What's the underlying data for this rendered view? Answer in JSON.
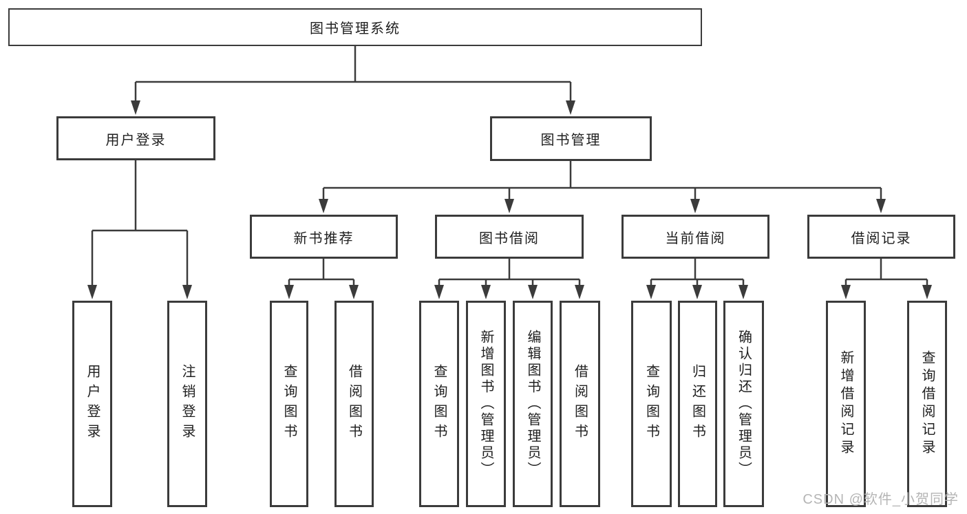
{
  "title": "图书管理系统",
  "nodes": {
    "root": "图书管理系统",
    "user_login": "用户登录",
    "book_mgmt": "图书管理",
    "new_book_rec": "新书推荐",
    "book_borrow": "图书借阅",
    "current_borrow": "当前借阅",
    "borrow_records": "借阅记录",
    "leaf_user_login": "用户登录",
    "leaf_logout": "注销登录",
    "leaf_query_book_rec": "查询图书",
    "leaf_borrow_book_rec": "借阅图书",
    "leaf_query_book_borrow": "查询图书",
    "leaf_add_book_admin": "新增图书（管理员）",
    "leaf_edit_book_admin": "编辑图书（管理员）",
    "leaf_borrow_book_borrow": "借阅图书",
    "leaf_query_book_current": "查询图书",
    "leaf_return_book": "归还图书",
    "leaf_confirm_return_admin": "确认归还（管理员）",
    "leaf_add_borrow_record": "新增借阅记录",
    "leaf_query_borrow_record": "查询借阅记录"
  },
  "hierarchy": {
    "root": "图书管理系统",
    "children": [
      {
        "label": "用户登录",
        "children": [
          "用户登录",
          "注销登录"
        ]
      },
      {
        "label": "图书管理",
        "children": [
          {
            "label": "新书推荐",
            "children": [
              "查询图书",
              "借阅图书"
            ]
          },
          {
            "label": "图书借阅",
            "children": [
              "查询图书",
              "新增图书（管理员）",
              "编辑图书（管理员）",
              "借阅图书"
            ]
          },
          {
            "label": "当前借阅",
            "children": [
              "查询图书",
              "归还图书",
              "确认归还（管理员）"
            ]
          },
          {
            "label": "借阅记录",
            "children": [
              "新增借阅记录",
              "查询借阅记录"
            ]
          }
        ]
      }
    ]
  },
  "watermark": "CSDN @软件_小贺同学",
  "colors": {
    "line": "#3b3b3b",
    "text": "#1f1f1f",
    "box_background": "#ffffff",
    "watermark": "#b5b5b5",
    "background": "#ffffff"
  }
}
